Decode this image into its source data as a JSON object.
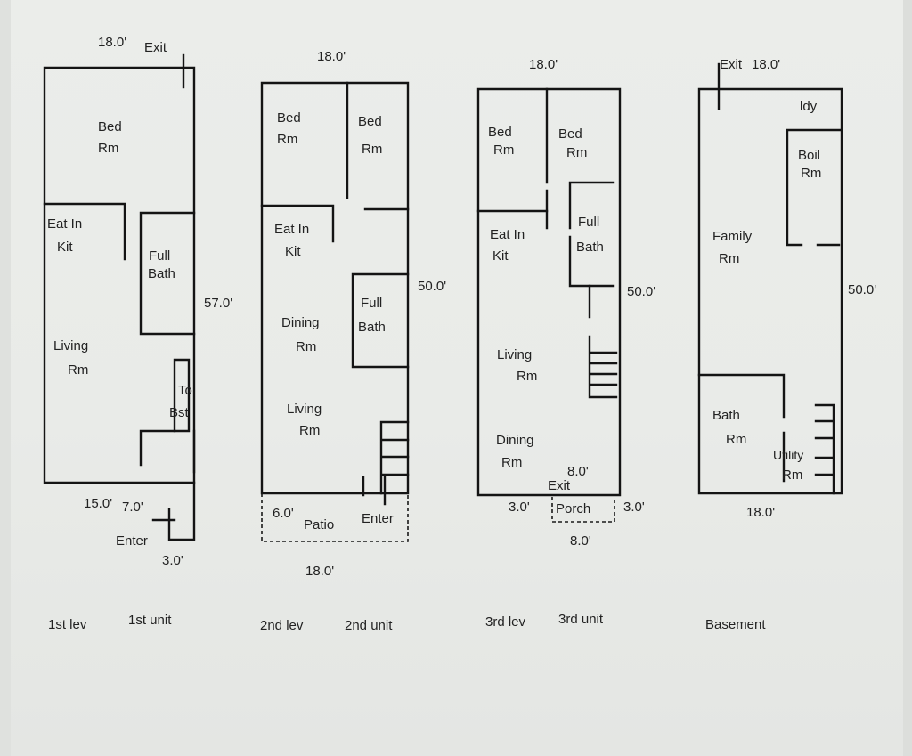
{
  "plans": [
    {
      "level": "1st lev",
      "unit": "1st unit",
      "width": "18.0'",
      "length": "57.0'",
      "exit": "Exit",
      "rooms": {
        "bed": [
          "Bed",
          "Rm"
        ],
        "eat_in_kit": [
          "Eat In",
          "Kit"
        ],
        "full_bath": [
          "Full",
          "Bath"
        ],
        "living": [
          "Living",
          "Rm"
        ],
        "to_bst": [
          "To",
          "Bst"
        ]
      },
      "dims": {
        "d15": "15.0'",
        "d7": "7.0'",
        "d3": "3.0'"
      },
      "enter": "Enter"
    },
    {
      "level": "2nd lev",
      "unit": "2nd unit",
      "width": "18.0'",
      "length": "50.0'",
      "rooms": {
        "bed_left": [
          "Bed",
          "Rm"
        ],
        "bed_right": [
          "Bed",
          "Rm"
        ],
        "eat_in_kit": [
          "Eat In",
          "Kit"
        ],
        "dining": [
          "Dining",
          "Rm"
        ],
        "full_bath": [
          "Full",
          "Bath"
        ],
        "living": [
          "Living",
          "Rm"
        ],
        "patio": "Patio"
      },
      "dims": {
        "d6": "6.0'",
        "bottom": "18.0'"
      },
      "enter": "Enter"
    },
    {
      "level": "3rd lev",
      "unit": "3rd unit",
      "width": "18.0'",
      "length": "50.0'",
      "exit": "Exit",
      "rooms": {
        "bed_left": [
          "Bed",
          "Rm"
        ],
        "bed_right": [
          "Bed",
          "Rm"
        ],
        "eat_in_kit": [
          "Eat In",
          "Kit"
        ],
        "full_bath": [
          "Full",
          "Bath"
        ],
        "living": [
          "Living",
          "Rm"
        ],
        "dining": [
          "Dining",
          "Rm"
        ],
        "porch": "Porch"
      },
      "dims": {
        "d8_top": "8.0'",
        "d3_left": "3.0'",
        "d3_right": "3.0'",
        "d8_bottom": "8.0'"
      }
    },
    {
      "level": "Basement",
      "width": "18.0'",
      "length": "50.0'",
      "exit": "Exit",
      "rooms": {
        "ldy": "ldy",
        "boil": [
          "Boil",
          "Rm"
        ],
        "family": [
          "Family",
          "Rm"
        ],
        "bath": [
          "Bath",
          "Rm"
        ],
        "utility": [
          "Utility",
          "Rm"
        ]
      },
      "dims": {
        "bottom": "18.0'"
      }
    }
  ],
  "colors": {
    "paper": "#eaece9",
    "ink": "#141414"
  }
}
